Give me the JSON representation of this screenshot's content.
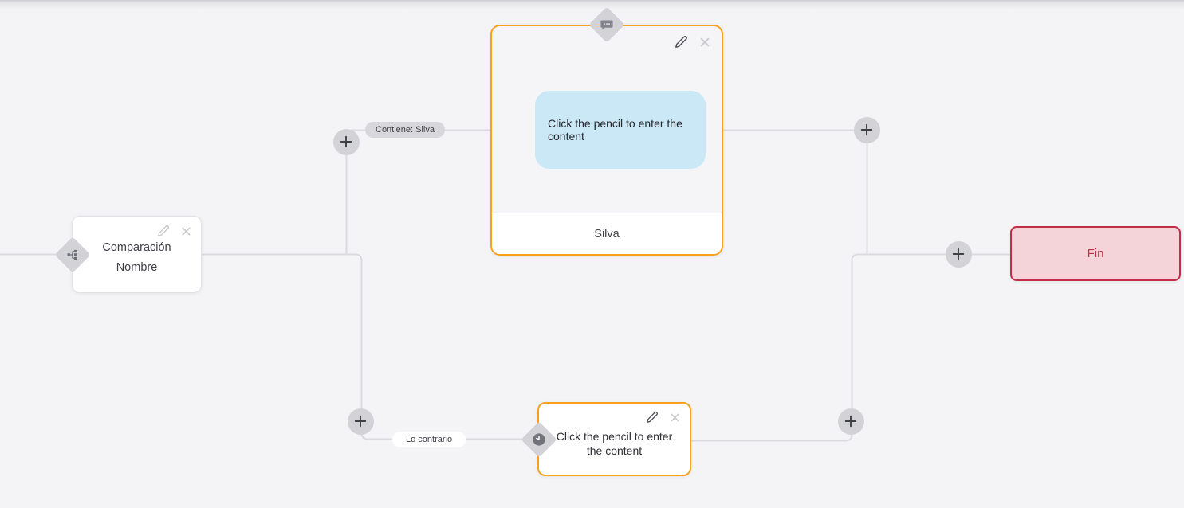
{
  "app": {
    "view": "flow-builder-canvas"
  },
  "colors": {
    "canvas_bg": "#f4f4f6",
    "connector_line": "#dbdbdf",
    "accent_orange": "#f6a21e",
    "bubble_blue": "#cae8f6",
    "end_bg": "#f5d4d9",
    "end_accent": "#c22e47",
    "connector_gray": "#d2d2d7",
    "text_dark": "#3f3f46"
  },
  "nodes": {
    "comparison": {
      "title_line1": "Comparación",
      "title_line2": "Nombre",
      "icon": "branch-icon"
    },
    "message": {
      "placeholder": "Click the pencil to enter the content",
      "footer": "Silva",
      "icon": "chat-bubble-icon"
    },
    "delay": {
      "placeholder": "Click the pencil to enter the content",
      "icon": "clock-icon"
    },
    "end": {
      "label": "Fin"
    }
  },
  "edges": {
    "contains": {
      "label": "Contiene: Silva"
    },
    "otherwise": {
      "label": "Lo contrario"
    }
  },
  "icons": {
    "edit": "pencil-icon",
    "remove": "close-icon",
    "add": "plus-icon",
    "comparison": "branch-icon",
    "message": "chat-bubble-icon",
    "delay": "clock-icon"
  }
}
